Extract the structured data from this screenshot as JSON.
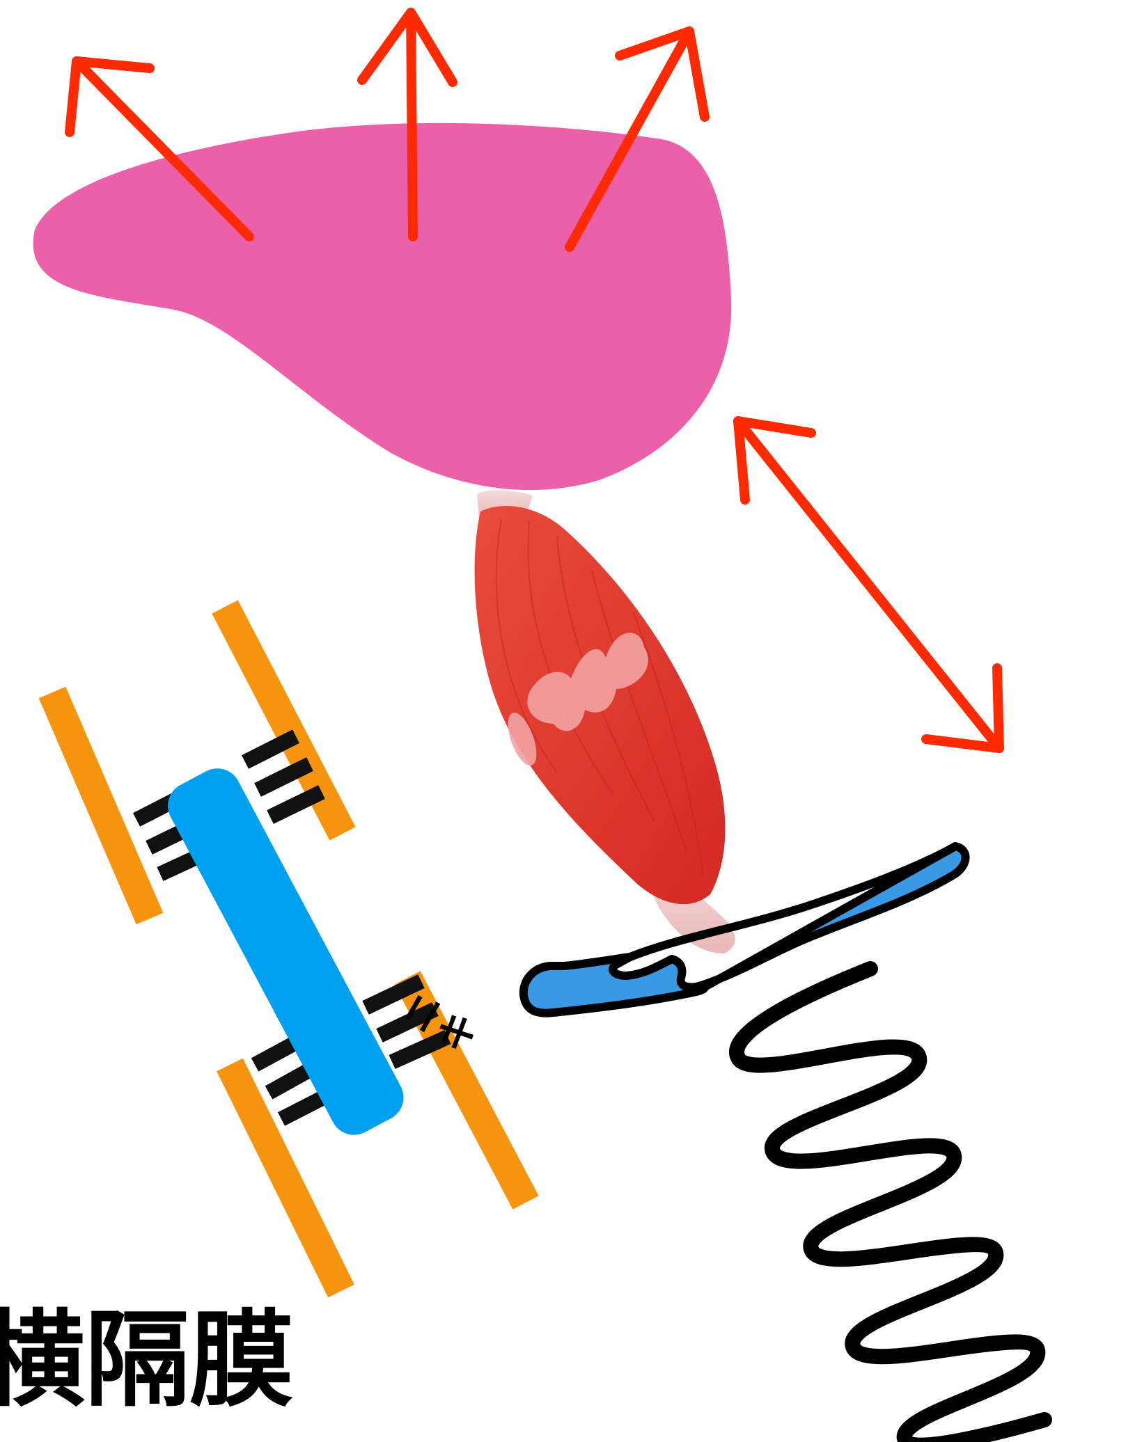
{
  "caption": "横隔膜",
  "side_label": "ニキ",
  "colors": {
    "organ": "#ec5fa9",
    "arrow": "#ff2a00",
    "muscle": "#e2352b",
    "muscle_highlight": "#f2a3a3",
    "tendon": "#f4d2d2",
    "bone_blue": "#3a99e4",
    "rod_blue": "#00a0f0",
    "plate_orange": "#f7940f",
    "rung_black": "#111111",
    "spring_black": "#000000"
  },
  "icons": {
    "organ": "organ-blob",
    "muscle": "muscle-belly",
    "bone": "bone-fragment",
    "spring": "coil-spring",
    "sarcomere": "sarcomere-h-structure"
  }
}
